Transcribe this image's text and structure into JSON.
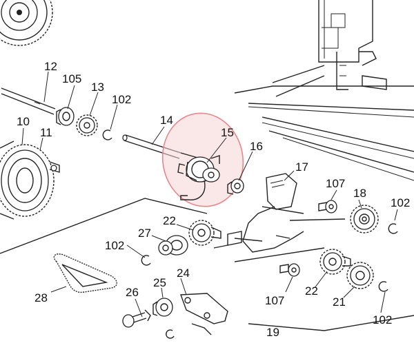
{
  "highlight_color": "#e8868c",
  "callouts": {
    "c12": "12",
    "c105": "105",
    "c13": "13",
    "c102a": "102",
    "c14": "14",
    "c15": "15",
    "c16": "16",
    "c17": "17",
    "c10": "10",
    "c11": "11",
    "c107a": "107",
    "c18": "18",
    "c102b": "102",
    "c22a": "22",
    "c27": "27",
    "c102c": "102",
    "c28": "28",
    "c26": "26",
    "c25": "25",
    "c24": "24",
    "c107b": "107",
    "c22b": "22",
    "c21": "21",
    "c102d": "102",
    "c19": "19"
  }
}
